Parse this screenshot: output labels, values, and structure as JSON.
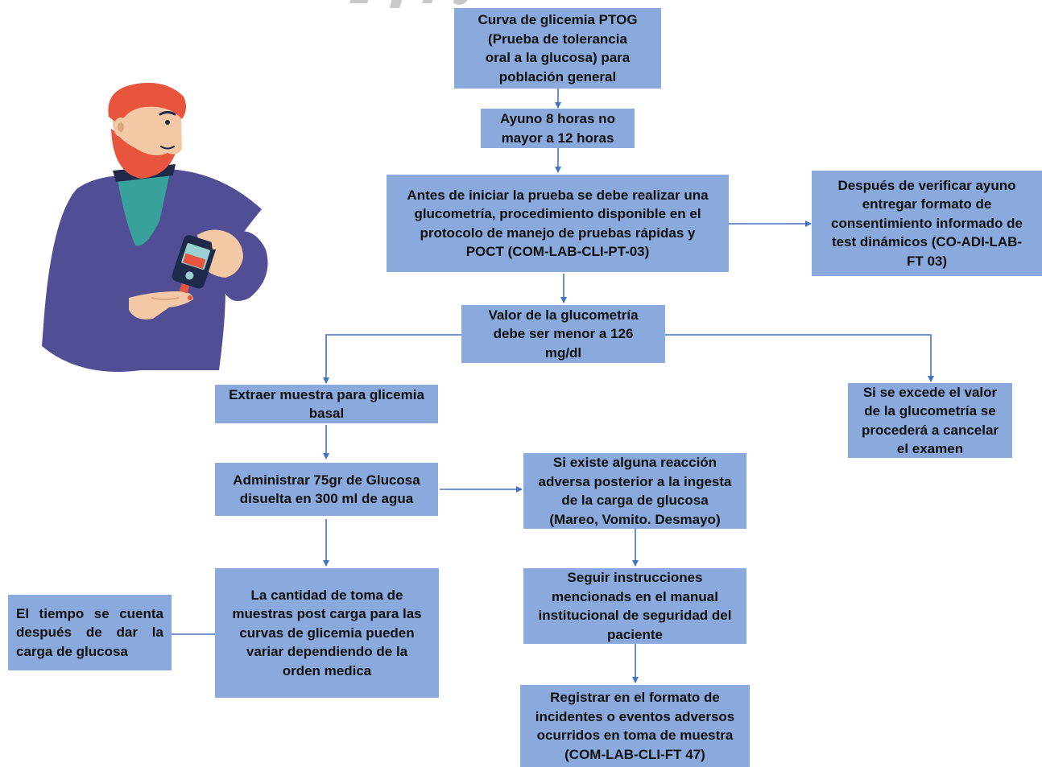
{
  "flowchart": {
    "boxes": {
      "title": "Curva de glicemia PTOG\n(Prueba de tolerancia\noral a la glucosa) para\npoblación general",
      "fasting": "Ayuno 8 horas no\nmayor a 12 horas",
      "glucometry": "Antes de iniciar la prueba se debe realizar una\nglucometría, procedimiento disponible en el\nprotocolo de manejo de pruebas rápidas y\nPOCT (COM-LAB-CLI-PT-03)",
      "consent": "Después de verificar ayuno\nentregar formato de\nconsentimiento informado de\ntest dinámicos (CO-ADI-LAB-\nFT 03)",
      "glucometry_value": "Valor de la glucometría\ndebe ser menor a 126\nmg/dl",
      "basal_sample": "Extraer muestra para glicemia\nbasal",
      "cancel": "Si se excede el valor\nde la glucometría se\nprocederá a cancelar\nel examen",
      "administer_glucose": "Administrar 75gr de Glucosa\ndisuelta en 300 ml de agua",
      "adverse_reaction": "Si existe alguna reacción\nadversa posterior a la ingesta\nde la carga de glucosa\n(Mareo, Vomito. Desmayo)",
      "follow_instructions": "Seguir instrucciones\nmencionads en el manual\ninstitucional de seguridad del\npaciente",
      "register_incidents": "Registrar en el formato de\nincidentes o eventos adversos\nocurridos en toma de muestra\n(COM-LAB-CLI-FT 47)",
      "sample_quantity": "La cantidad de toma de\nmuestras post carga para las\ncurvas de glicemia pueden\nvariar dependiendo de la\norden medica",
      "time_note": "El tiempo se cuenta después de dar la carga de glucosa"
    }
  },
  "colors": {
    "box_fill": "#8aa9dc",
    "connector": "#4472c4",
    "text": "#111111"
  },
  "illustration": {
    "icon": "man-with-glucometer-illustration"
  }
}
